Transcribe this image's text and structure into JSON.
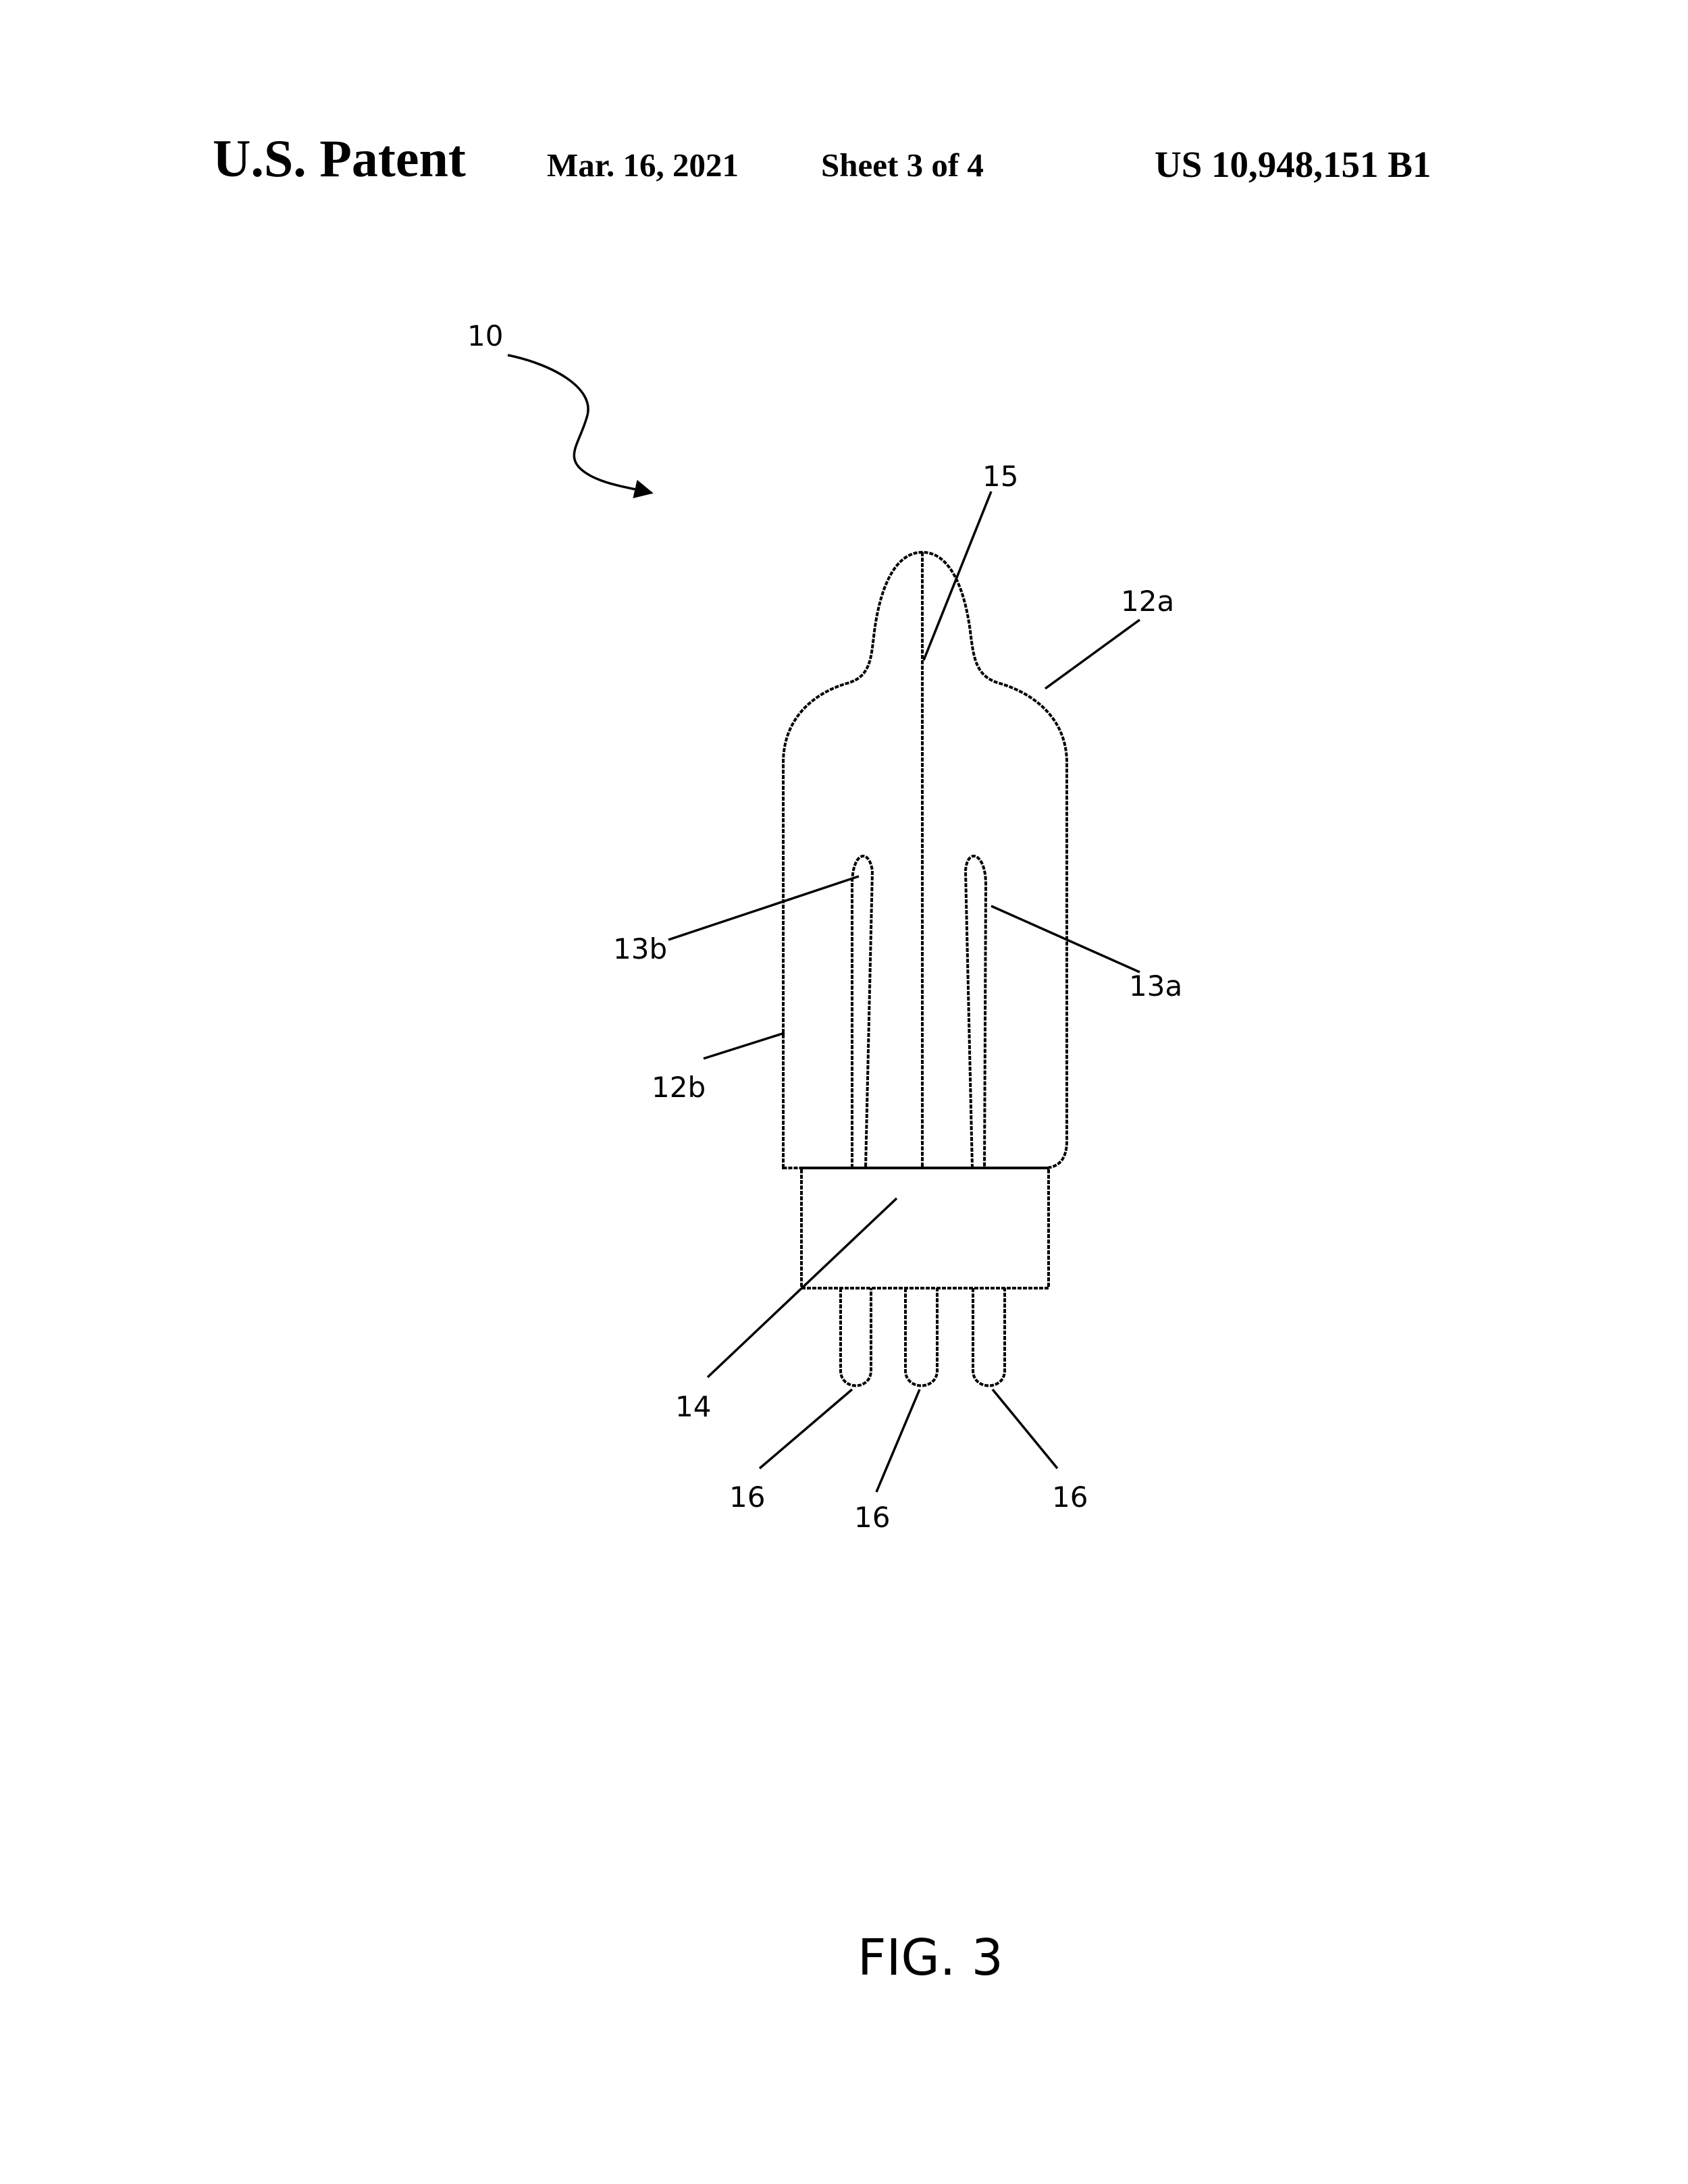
{
  "header": {
    "title": "U.S. Patent",
    "date": "Mar. 16, 2021",
    "sheet": "Sheet 3 of 4",
    "patent_number": "US 10,948,151 B1"
  },
  "figure": {
    "label": "FIG. 3",
    "references": {
      "assembly": "10",
      "bulb_upper": "12a",
      "bulb_side": "12b",
      "electrode_right": "13a",
      "electrode_left": "13b",
      "base": "14",
      "center_element": "15",
      "pin_left": "16",
      "pin_center": "16",
      "pin_right": "16"
    }
  },
  "colors": {
    "ink": "#000000",
    "paper": "#ffffff"
  }
}
